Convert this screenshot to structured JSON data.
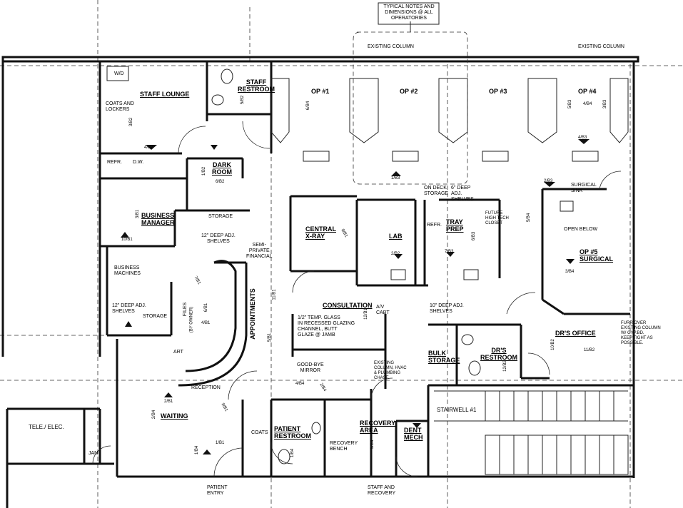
{
  "header_note": [
    "TYPICAL NOTES AND",
    "DIMENSIONS @ ALL",
    "OPERATORIES"
  ],
  "existing_column_labels": [
    "EXISTING COLUMN",
    "EXISTING COLUMN"
  ],
  "rooms": {
    "staff_lounge": "STAFF LOUNGE",
    "staff_restroom": [
      "STAFF",
      "RESTROOM"
    ],
    "op1": "OP #1",
    "op2": "OP #2",
    "op3": "OP #3",
    "op4": "OP #4",
    "dark_room": [
      "DARK",
      "ROOM"
    ],
    "business_manager": [
      "BUSINESS",
      "MANAGER"
    ],
    "central_xray": [
      "CENTRAL",
      "X-RAY"
    ],
    "lab": "LAB",
    "tray_prep": [
      "TRAY",
      "PREP"
    ],
    "op5_surgical": [
      "OP #5",
      "SURGICAL"
    ],
    "storage_left": "STORAGE",
    "appointments": "APPOINTMENTS",
    "consultation": "CONSULTATION",
    "bulk_storage": [
      "BULK",
      "STORAGE"
    ],
    "drs_restroom": [
      "DR'S",
      "RESTROOM"
    ],
    "drs_office": "DR'S OFFICE",
    "waiting": "WAITING",
    "patient_restroom": [
      "PATIENT",
      "RESTROOM"
    ],
    "recovery_area": [
      "RECOVERY",
      "AREA"
    ],
    "dent_mech": [
      "DENT",
      "MECH"
    ],
    "stairwell": "STAIRWELL #1",
    "tele_elec": "TELE./ ELEC.",
    "jan": "JAN"
  },
  "notes": {
    "coats_lockers": [
      "COATS AND",
      "LOCKERS"
    ],
    "refr": "REFR.",
    "dw": "D.W.",
    "storage_shelf": "STORAGE",
    "adj_shelves_12": [
      "12\" DEEP ADJ.",
      "SHELVES"
    ],
    "semi_private": [
      "SEMI-",
      "PRIVATE",
      "FINANCIAL"
    ],
    "business_machines": [
      "BUSINESS",
      "MACHINES"
    ],
    "adj_shelves_12b": [
      "12\" DEEP ADJ.",
      "SHELVES"
    ],
    "files": "FILES",
    "by_owner": "(BY OWNER)",
    "art": "ART",
    "reception": "RECEPTION",
    "on_deck_storage": [
      "ON DECK",
      "STORAGE"
    ],
    "adj_shelves_6": [
      "6\" DEEP",
      "ADJ.",
      "SHELVES"
    ],
    "refr2": "REFR.",
    "future_tech": [
      "FUTURE",
      "HIGH TECH",
      "CLOSET"
    ],
    "surgical_sink": [
      "SURGICAL",
      "SINK"
    ],
    "open_below": "OPEN BELOW",
    "av_cabt": [
      "A/V",
      "CABT"
    ],
    "temp_glass": [
      "1/2\" TEMP. GLASS",
      "IN RECESSED GLAZING",
      "CHANNEL, BUTT",
      "GLAZE @ JAMB"
    ],
    "adj_shelves_10": "10\" DEEP ADJ. SHELVES",
    "existing_column_chase": [
      "EXISTING",
      "COLUMN, HVAC",
      "& PLUMBING",
      "CHASE"
    ],
    "good_bye_mirror": [
      "GOOD-BYE",
      "MIRROR"
    ],
    "furr_over": [
      "FURR OVER",
      "EXISTING COLUMN",
      "W/ GYP.BD.",
      "KEEP TIGHT AS",
      "POSSIBLE."
    ],
    "coats": "COATS",
    "recovery_bench": [
      "RECOVERY",
      "BENCH"
    ],
    "patient_entry": [
      "PATIENT",
      "ENTRY"
    ],
    "staff_recovery": [
      "STAFF AND",
      "RECOVERY"
    ],
    "wd": "W/D"
  },
  "tags": {
    "t_3b2": "3/B2",
    "t_5b2": "5/B2",
    "t_6b4": "6/B4",
    "t_5b3": "5/B3",
    "t_4b4": "4/B4",
    "t_3b3": "3/B3",
    "t_4b2": "4/B2",
    "t_1b2": "1/B2",
    "t_6b2": "6/B2",
    "t_1b3": "1/B3",
    "t_4b3": "4/B3",
    "t_3b1": "3/B1",
    "t_10b1": "10/B1",
    "t_2b3": "2/B3",
    "t_5b4": "5/B4",
    "t_8b1": "8/B1",
    "t_2b2": "2/B2",
    "t_6b3": "6/B3",
    "t_7b3": "7/B3",
    "t_3b4": "3/B4",
    "t_7b1": "7/B1",
    "t_6b1": "6/B1",
    "t_4b1": "4/B1",
    "t_11b1": "11/B1",
    "t_12b1": "12/B1",
    "t_5b1": "5/B1",
    "t_10b2": "10/B2",
    "t_11b2": "11/B2",
    "t_12b2": "12/B2",
    "t_9b1": "9/B1",
    "t_1b1": "1/B1",
    "t_2b1": "2/B1",
    "t_2b4": "2/B4",
    "t_1b4": "1/B4",
    "t_4b4b": "4/B4",
    "t_1b4b": "1/B4",
    "t_2b5": "2/B4",
    "t_5b4b": "5/B4"
  }
}
